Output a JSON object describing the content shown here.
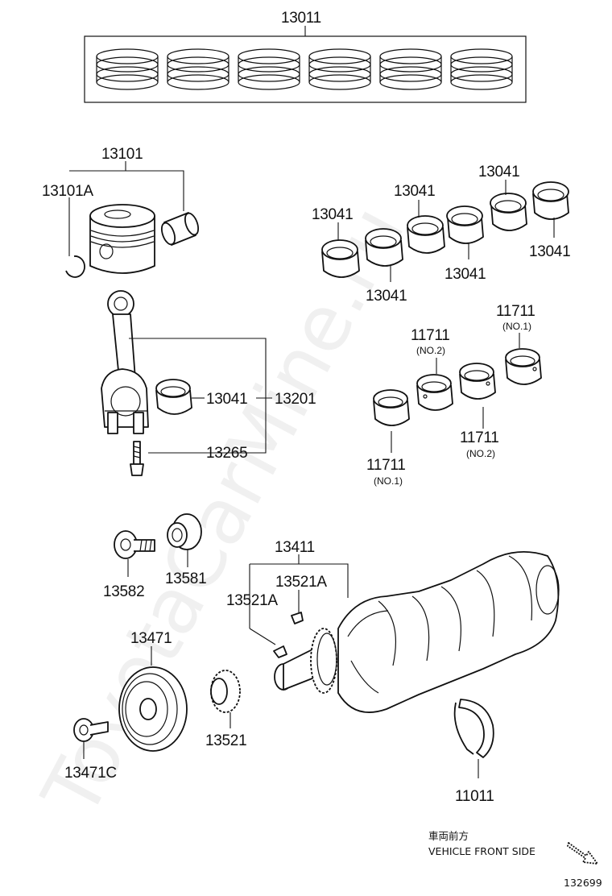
{
  "watermark": "ToyotaCarMine.ru",
  "labels": {
    "p13011": "13011",
    "p13101": "13101",
    "p13101a": "13101A",
    "p13041_a": "13041",
    "p13041_b": "13041",
    "p13041_c": "13041",
    "p13041_d": "13041",
    "p13041_e": "13041",
    "p13041_f": "13041",
    "p13041_rod": "13041",
    "p13201": "13201",
    "p13265": "13265",
    "p11711_a": "11711",
    "p11711_b": "11711",
    "p11711_c": "11711",
    "p11711_d": "11711",
    "p13582": "13582",
    "p13581": "13581",
    "p13411": "13411",
    "p13521a_a": "13521A",
    "p13521a_b": "13521A",
    "p13471": "13471",
    "p13471c": "13471C",
    "p13521": "13521",
    "p11011": "11011"
  },
  "sublabels": {
    "no1_a": "(NO.1)",
    "no2_a": "(NO.2)",
    "no2_b": "(NO.2)",
    "no1_b": "(NO.1)"
  },
  "direction": {
    "japanese": "車両前方",
    "english": "VEHICLE FRONT SIDE"
  },
  "figure_number": "132699"
}
